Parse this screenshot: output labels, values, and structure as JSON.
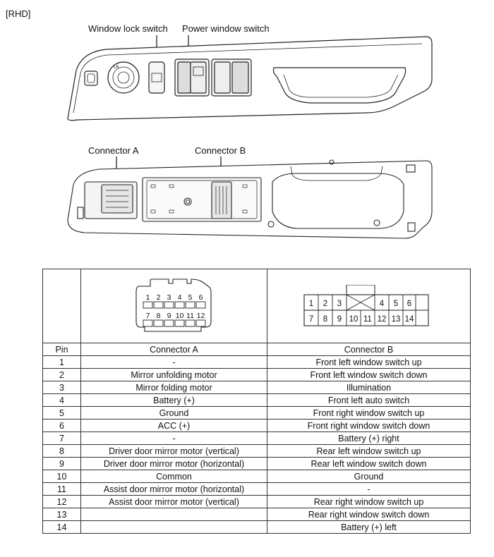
{
  "header": {
    "tag": "[RHD]"
  },
  "labels": {
    "window_lock_switch": "Window lock switch",
    "power_window_switch": "Power window switch",
    "connector_a": "Connector A",
    "connector_b": "Connector B"
  },
  "connector_a_pins_top": [
    "1",
    "2",
    "3",
    "4",
    "5",
    "6"
  ],
  "connector_a_pins_bottom": [
    "7",
    "8",
    "9",
    "10",
    "11",
    "12"
  ],
  "connector_b_pins_top": [
    "1",
    "2",
    "3",
    "",
    "4",
    "5",
    "6"
  ],
  "connector_b_pins_bottom": [
    "7",
    "8",
    "9",
    "10",
    "11",
    "12",
    "13",
    "14"
  ],
  "table": {
    "headers": [
      "Pin",
      "Connector A",
      "Connector B"
    ],
    "rows": [
      [
        "1",
        "-",
        "Front left window switch up"
      ],
      [
        "2",
        "Mirror unfolding motor",
        "Front left window switch down"
      ],
      [
        "3",
        "Mirror folding motor",
        "Illumination"
      ],
      [
        "4",
        "Battery (+)",
        "Front left auto switch"
      ],
      [
        "5",
        "Ground",
        "Front right window switch up"
      ],
      [
        "6",
        "ACC (+)",
        "Front right window switch down"
      ],
      [
        "7",
        "-",
        "Battery (+) right"
      ],
      [
        "8",
        "Driver door mirror motor (vertical)",
        "Rear left window switch up"
      ],
      [
        "9",
        "Driver door mirror motor (horizontal)",
        "Rear left window switch down"
      ],
      [
        "10",
        "Common",
        "Ground"
      ],
      [
        "11",
        "Assist  door mirror motor (horizontal)",
        "-"
      ],
      [
        "12",
        "Assist  door mirror motor (vertical)",
        "Rear right window switch up"
      ],
      [
        "13",
        "",
        "Rear right window switch down"
      ],
      [
        "14",
        "",
        "Battery (+) left"
      ]
    ]
  }
}
